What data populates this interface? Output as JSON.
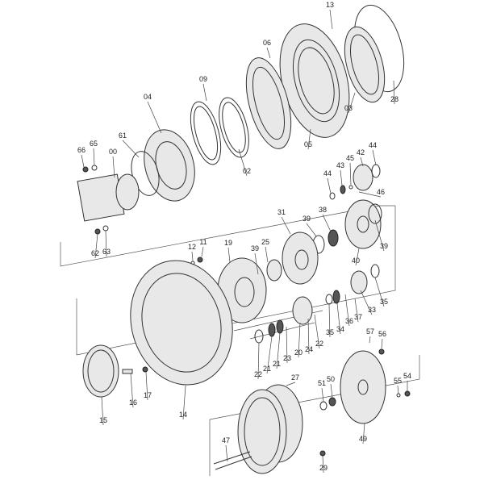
{
  "diagram": {
    "type": "exploded-parts-diagram",
    "part_labels": [
      "13",
      "06",
      "09",
      "04",
      "61",
      "65",
      "66",
      "00",
      "28",
      "03",
      "05",
      "02",
      "44",
      "42",
      "45",
      "43",
      "44",
      "46",
      "31",
      "39",
      "38",
      "12",
      "11",
      "19",
      "25",
      "39",
      "62",
      "63",
      "39",
      "40",
      "35",
      "33",
      "37",
      "36",
      "34",
      "35",
      "22",
      "24",
      "20",
      "23",
      "21",
      "21",
      "22",
      "57",
      "56",
      "15",
      "16",
      "17",
      "14",
      "27",
      "51",
      "50",
      "55",
      "54",
      "49",
      "47",
      "29"
    ]
  }
}
